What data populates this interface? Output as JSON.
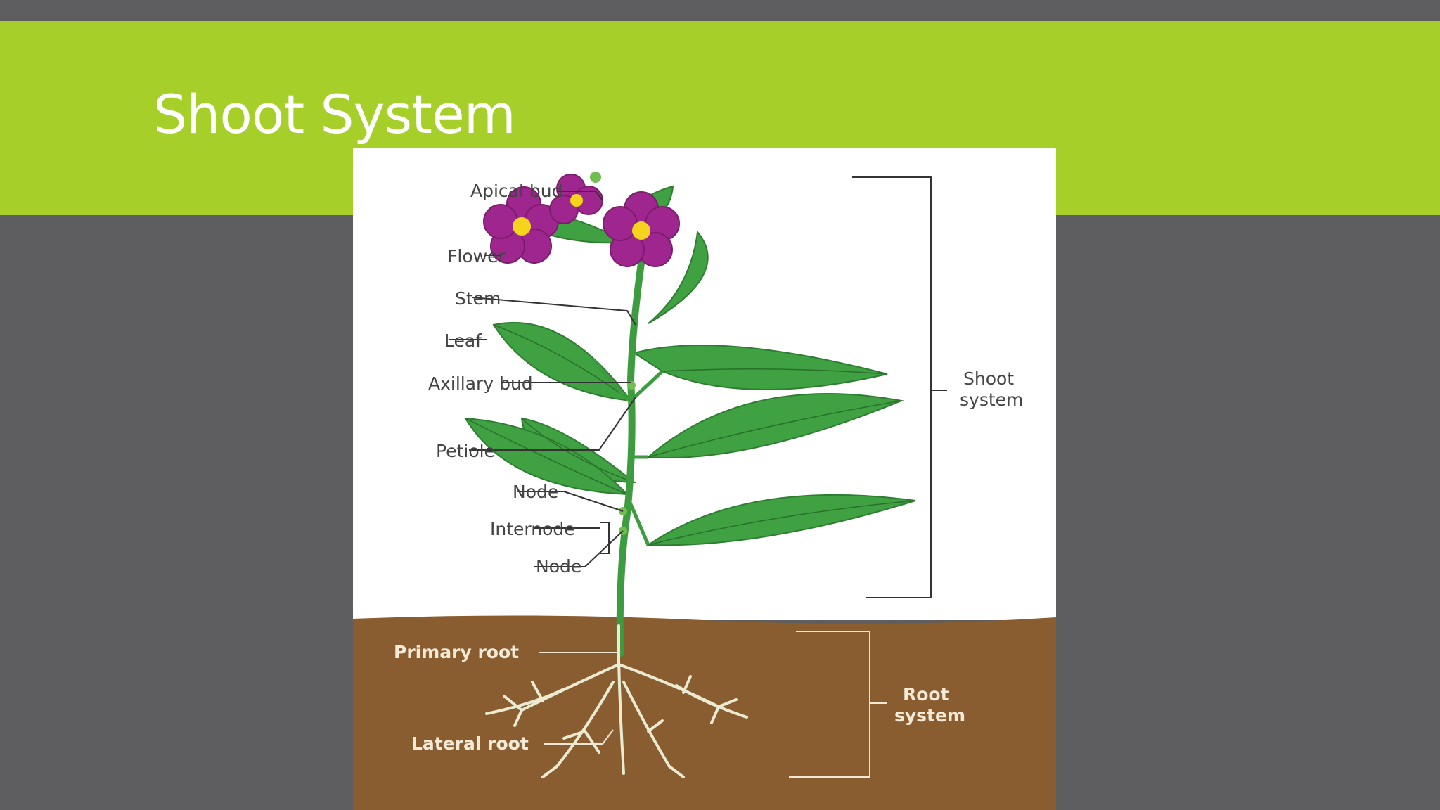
{
  "slide": {
    "title": "Shoot System"
  },
  "colors": {
    "background": "#5e5d60",
    "title_band": "#a6cf2a",
    "soil": "#8a5d31",
    "leaf": "#3fa141",
    "flower": "#a0268f",
    "root": "#e9ecd2"
  },
  "diagram": {
    "labels": {
      "apical_bud": "Apical bud",
      "flower": "Flower",
      "stem": "Stem",
      "leaf": "Leaf",
      "axillary_bud": "Axillary bud",
      "petiole": "Petiole",
      "node_upper": "Node",
      "internode": "Internode",
      "node_lower": "Node",
      "primary_root": "Primary root",
      "lateral_root": "Lateral root"
    },
    "brackets": {
      "shoot_line1": "Shoot",
      "shoot_line2": "system",
      "root_line1": "Root",
      "root_line2": "system"
    }
  }
}
